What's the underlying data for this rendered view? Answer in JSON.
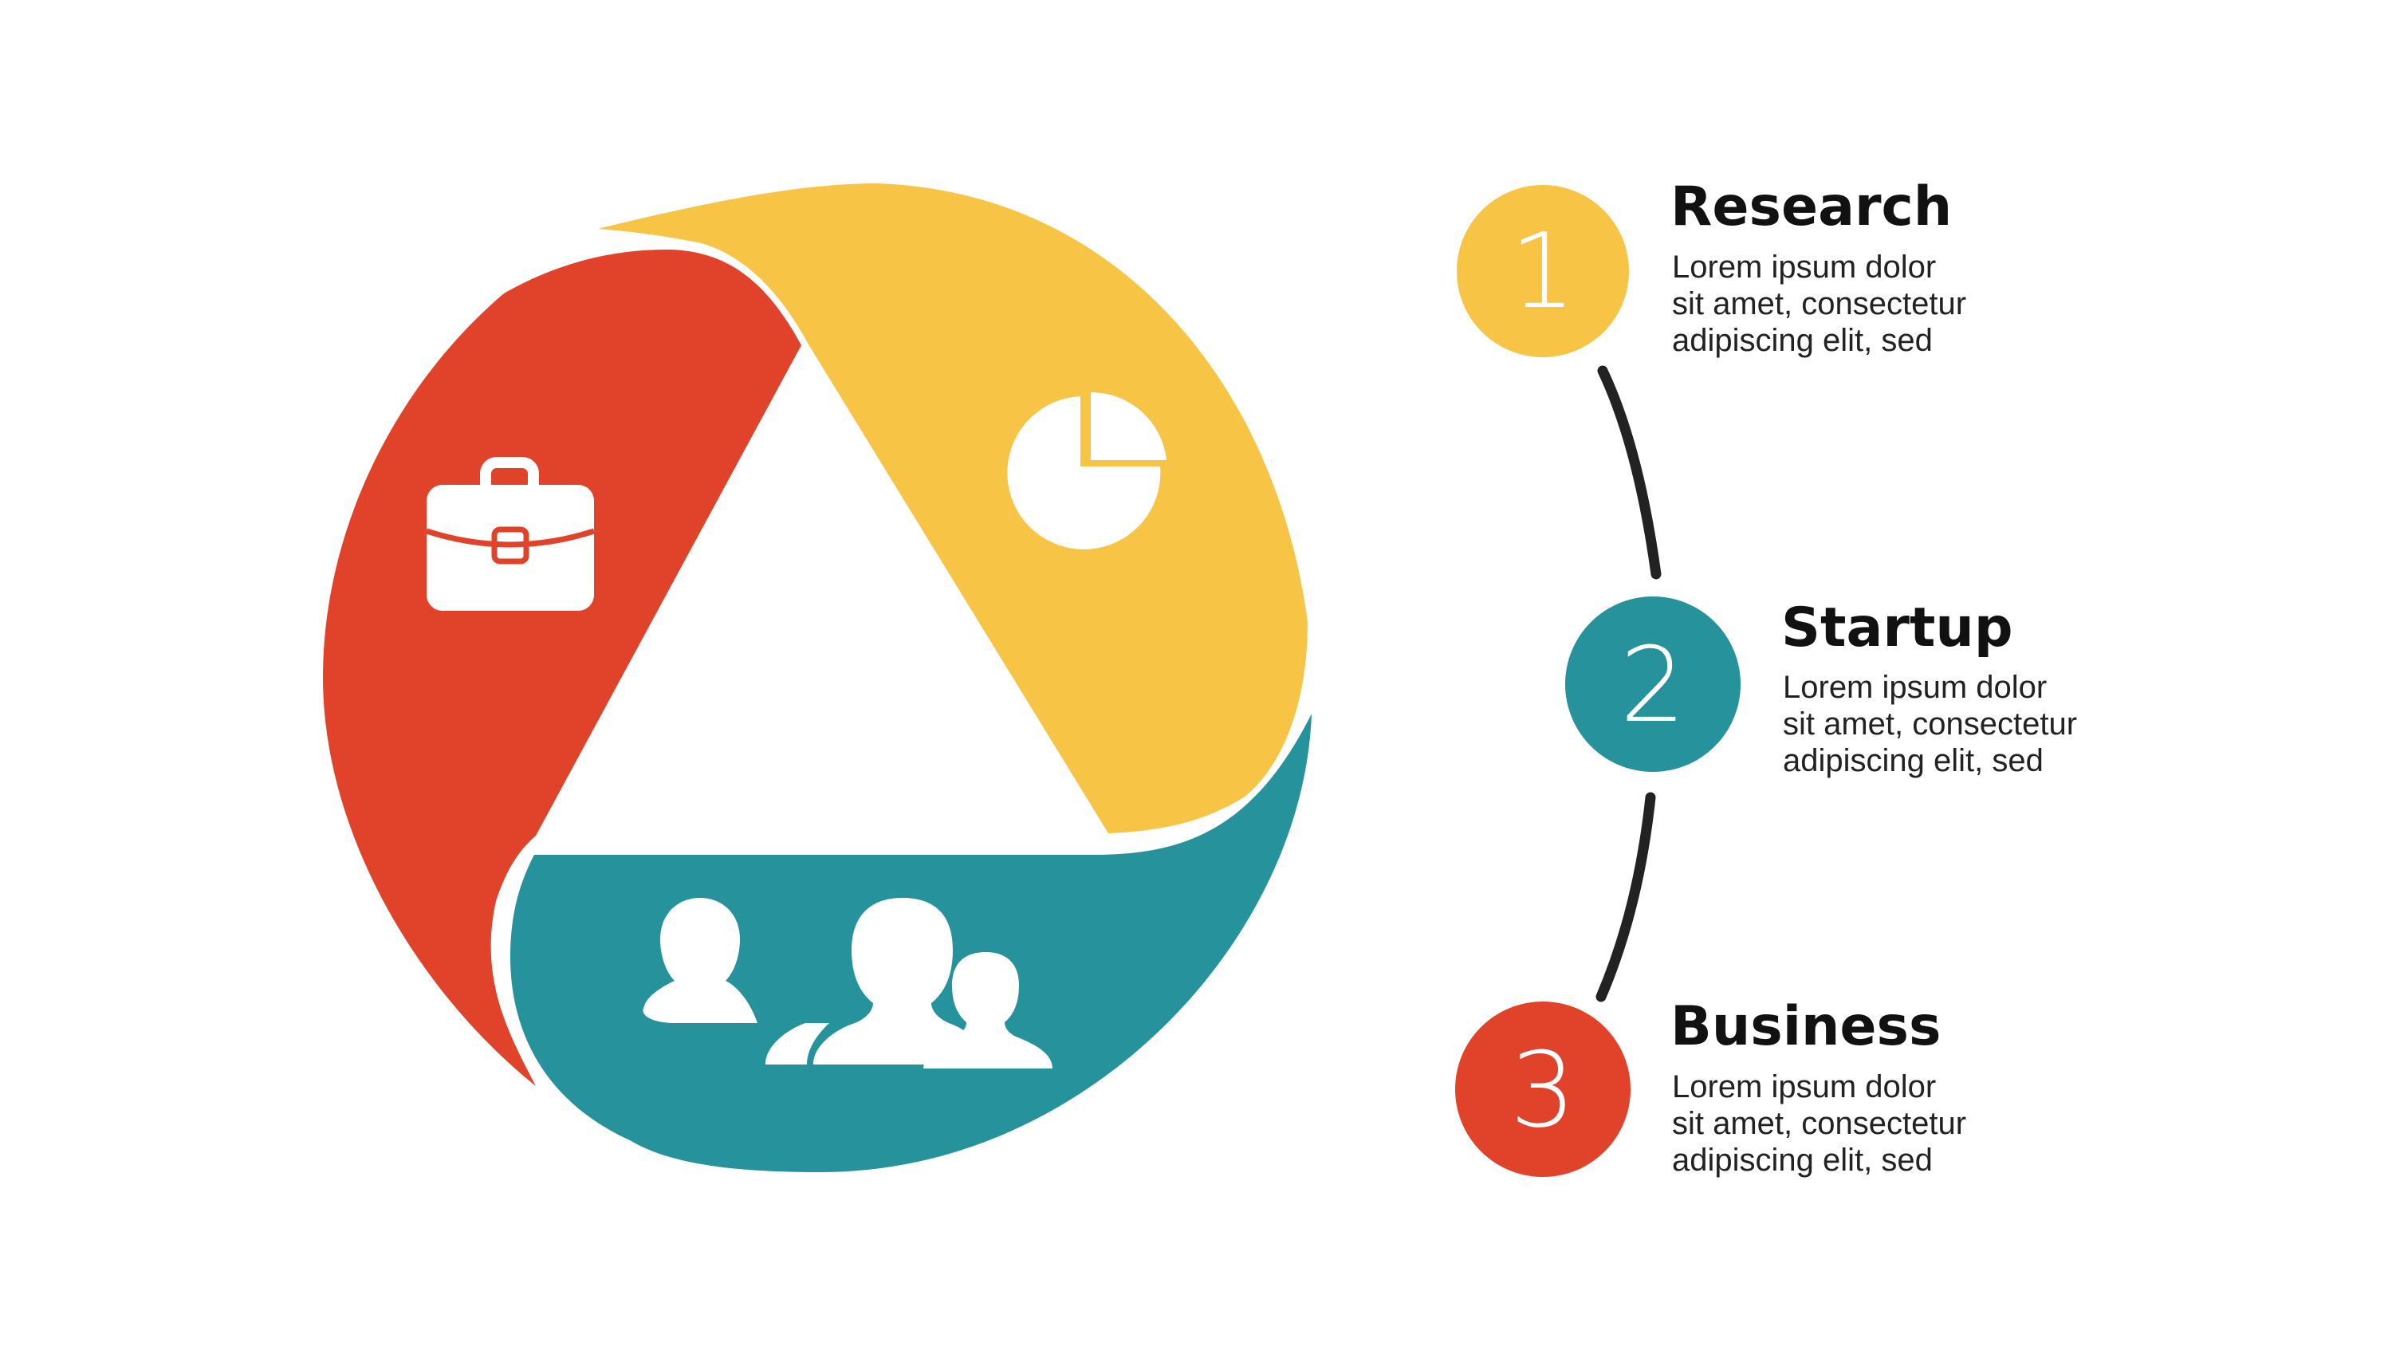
{
  "colors": {
    "yellow": "#F8C445",
    "red": "#E0432A",
    "teal": "#25929C",
    "connector": "#222222",
    "text": "#111111",
    "icon": "#FFFFFF"
  },
  "segments": [
    {
      "id": "yellow-segment",
      "color": "#F8C445",
      "icon": "pie-chart-icon"
    },
    {
      "id": "red-segment",
      "color": "#E0432A",
      "icon": "briefcase-icon"
    },
    {
      "id": "teal-segment",
      "color": "#25929C",
      "icon": "people-icon"
    }
  ],
  "steps": [
    {
      "number": "1",
      "title": "Research",
      "lines": [
        "Lorem ipsum dolor",
        "sit amet, consectetur",
        "adipiscing elit, sed"
      ],
      "color": "#F8C445"
    },
    {
      "number": "2",
      "title": "Startup",
      "lines": [
        "Lorem ipsum dolor",
        "sit amet, consectetur",
        "adipiscing elit, sed"
      ],
      "color": "#25929C"
    },
    {
      "number": "3",
      "title": "Business",
      "lines": [
        "Lorem ipsum dolor",
        "sit amet, consectetur",
        "adipiscing elit, sed"
      ],
      "color": "#E0432A"
    }
  ]
}
